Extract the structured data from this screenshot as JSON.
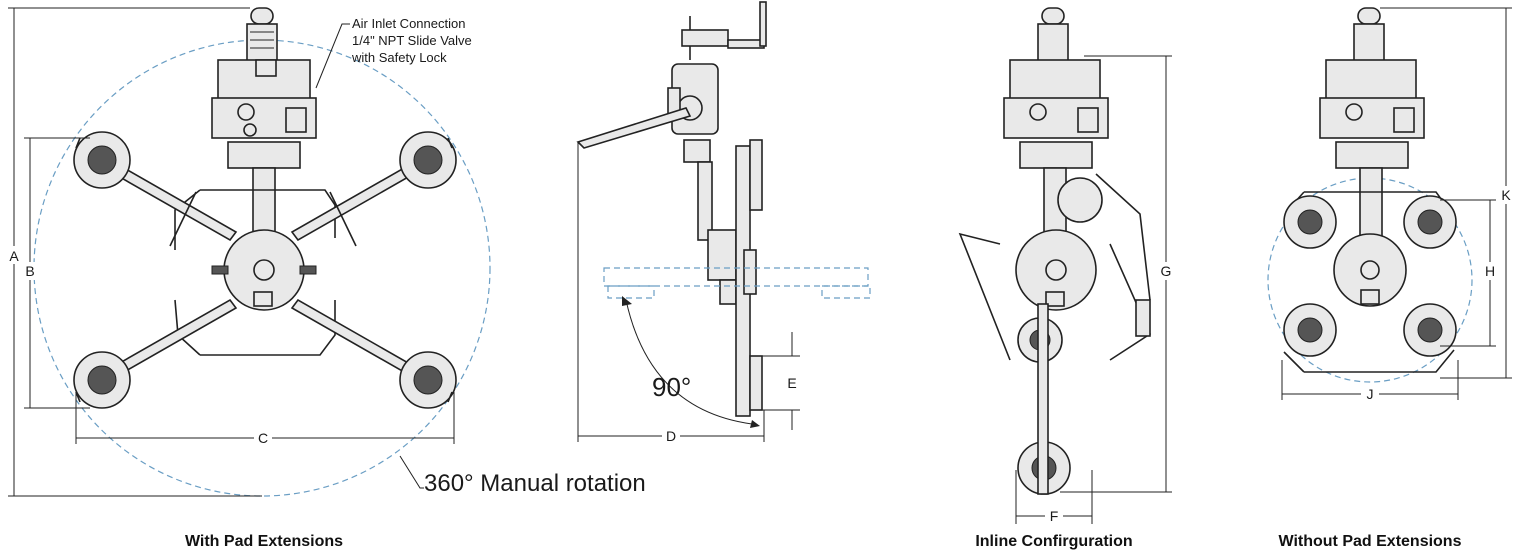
{
  "annotations": {
    "air_inlet_line1": "Air Inlet Connection",
    "air_inlet_line2": "1/4\" NPT Slide Valve",
    "air_inlet_line3": "with Safety Lock",
    "rotation_label": "360° Manual rotation",
    "angle_label": "90°"
  },
  "dimensions": {
    "A": "A",
    "B": "B",
    "C": "C",
    "D": "D",
    "E": "E",
    "F": "F",
    "G": "G",
    "H": "H",
    "J": "J",
    "K": "K"
  },
  "captions": {
    "with_pad_extensions": "With Pad Extensions",
    "inline_configuration": "Inline Confirguration",
    "without_pad_extensions": "Without Pad Extensions"
  },
  "colors": {
    "line": "#222222",
    "rotation_circle": "#6a9ec4",
    "background": "#ffffff"
  }
}
